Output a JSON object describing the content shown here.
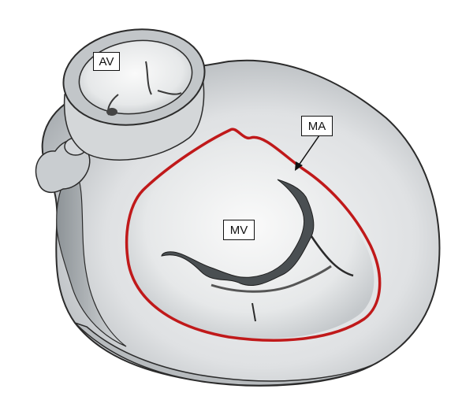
{
  "labels": {
    "av": "AV",
    "ma": "MA",
    "mv": "MV"
  },
  "colors": {
    "annulus_outline": "#c0191a",
    "tissue_fill": "#e2e4e6",
    "shadow": "#9aa0a4",
    "line": "#2b2b2b",
    "background": "#ffffff"
  }
}
